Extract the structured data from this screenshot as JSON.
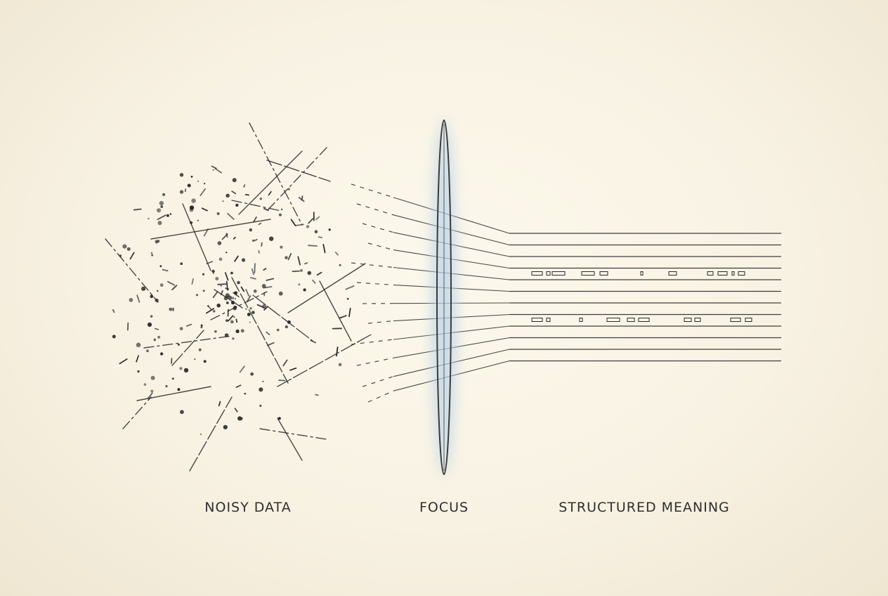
{
  "captions": {
    "noisy": "NOISY DATA",
    "focus": "FOCUS",
    "structured": "STRUCTURED MEANING"
  },
  "colors": {
    "background": "#f8f2e3",
    "ink": "#2a2a2a",
    "lens_glow": "#bcd3e6"
  },
  "diagram": {
    "structured_line_count": 12,
    "encoded_rows": 2
  }
}
